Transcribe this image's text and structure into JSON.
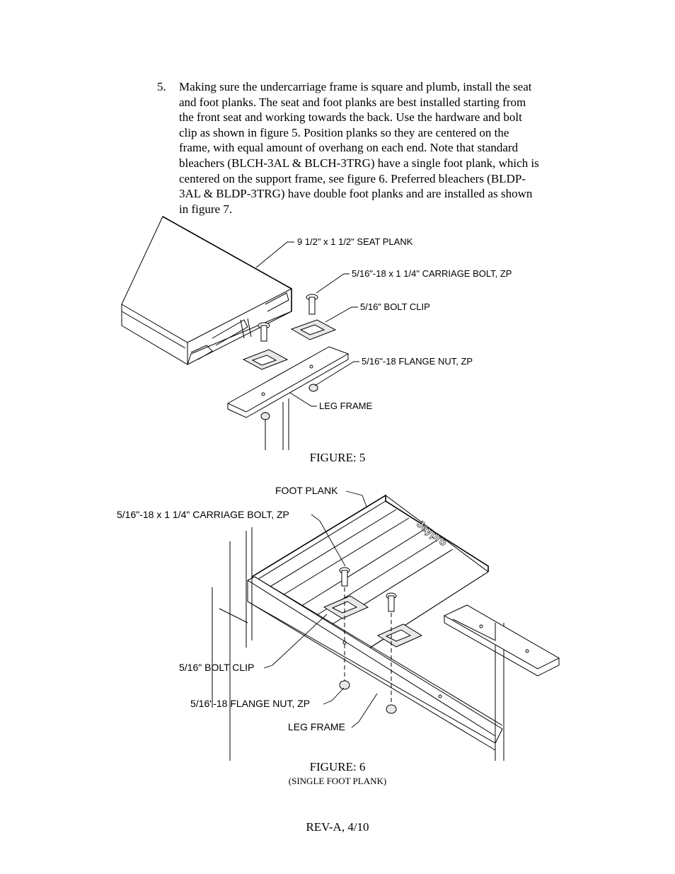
{
  "step": {
    "number": "5.",
    "lines": [
      "Making sure the undercarriage frame is square and plumb, install the seat",
      "and foot planks.  The seat and foot planks are best installed starting from",
      "the front seat and working towards the back.  Use the hardware and bolt",
      "clip as shown in figure 5.  Position planks so they are centered on the",
      "frame, with equal amount of overhang on each end.  Note that standard",
      "bleachers (BLCH-3AL & BLCH-3TRG) have a single foot plank, which is",
      "centered on the support frame, see figure 6.  Preferred bleachers (BLDP-",
      "3AL & BLDP-3TRG) have double foot planks and are installed as shown",
      "in figure 7."
    ]
  },
  "figure5": {
    "caption": "FIGURE: 5",
    "labels": {
      "seat_plank": "9 1/2\" x 1 1/2\" SEAT PLANK",
      "carriage_bolt": "5/16\"-18 x 1 1/4\" CARRIAGE BOLT, ZP",
      "bolt_clip": "5/16\" BOLT CLIP",
      "flange_nut": "5/16\"-18 FLANGE NUT, ZP",
      "leg_frame": "LEG FRAME"
    }
  },
  "figure6": {
    "caption": "FIGURE: 6",
    "subcaption": "(SINGLE FOOT PLANK)",
    "labels": {
      "foot_plank": "FOOT PLANK",
      "carriage_bolt": "5/16\"-18 x 1 1/4\" CARRIAGE BOLT, ZP",
      "bolt_clip": "5/16\" BOLT CLIP",
      "flange_nut": "5/16\"-18 FLANGE NUT, ZP",
      "leg_frame": "LEG FRAME"
    },
    "brand_stamp": "Jaypro"
  },
  "footer": {
    "revision": "REV-A,  4/10"
  }
}
